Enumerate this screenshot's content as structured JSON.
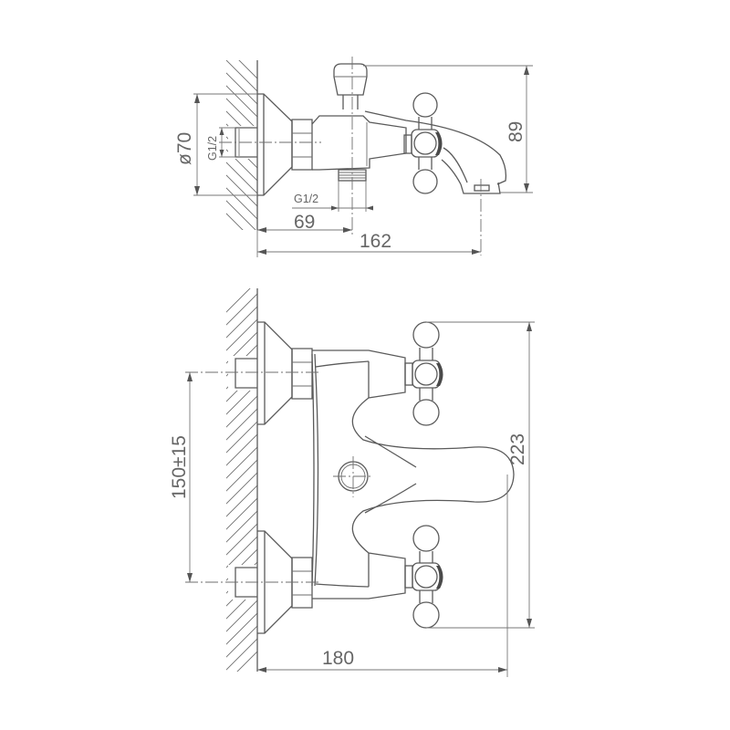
{
  "drawing": {
    "subject": "wall-mounted bath mixer faucet with cross handles",
    "line_color": "#5a5a5a",
    "background": "#ffffff"
  },
  "side_view": {
    "dimensions": {
      "flange_diameter": "ø70",
      "inlet_thread": "G1/2",
      "outlet_thread": "G1/2",
      "offset_to_outlet": "69",
      "overall_depth": "162",
      "height": "89"
    }
  },
  "front_view": {
    "dimensions": {
      "inlet_spacing": "150±15",
      "overall_height": "223",
      "overall_width": "180"
    }
  }
}
